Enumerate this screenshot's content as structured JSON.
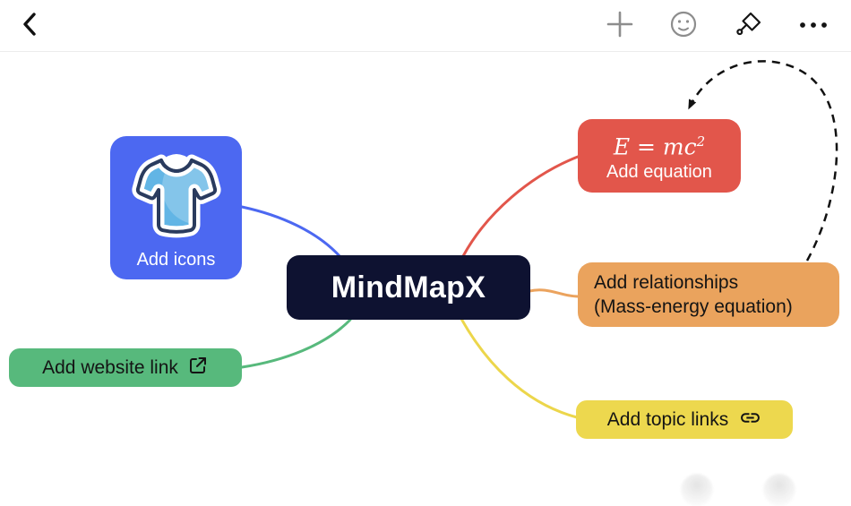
{
  "toolbar": {
    "back_icon": "chevron-left",
    "add_icon": "plus",
    "reaction_icon": "smiley-face",
    "format_icon": "paint-brush",
    "more_icon": "ellipsis"
  },
  "mindmap": {
    "root_label": "MindMapX",
    "root_color": "#0e1231",
    "icons_node": {
      "label": "Add icons",
      "icon": "t-shirt",
      "color": "#4c68f1"
    },
    "website_node": {
      "label": "Add website link",
      "icon": "external-link",
      "color": "#57b97c"
    },
    "equation_node": {
      "formula_base": "E = mc",
      "formula_exponent": "2",
      "formula_full": "E = mc²",
      "label": "Add equation",
      "color": "#e2564b"
    },
    "relationships_node": {
      "line1": "Add relationships",
      "line2": "(Mass-energy equation)",
      "color": "#eaa35d"
    },
    "topics_node": {
      "label": "Add topic links",
      "icon": "chain-link",
      "color": "#edd84e"
    },
    "branch_colors": {
      "icons": "#4c68f1",
      "website": "#57b97c",
      "equation": "#e2564b",
      "relationships": "#eba35e",
      "topics": "#ecd64b"
    },
    "relationship_arrow": {
      "from": "Add relationships (Mass-energy equation)",
      "to": "Add equation",
      "style": "dashed-arrow",
      "color": "#111111"
    }
  }
}
